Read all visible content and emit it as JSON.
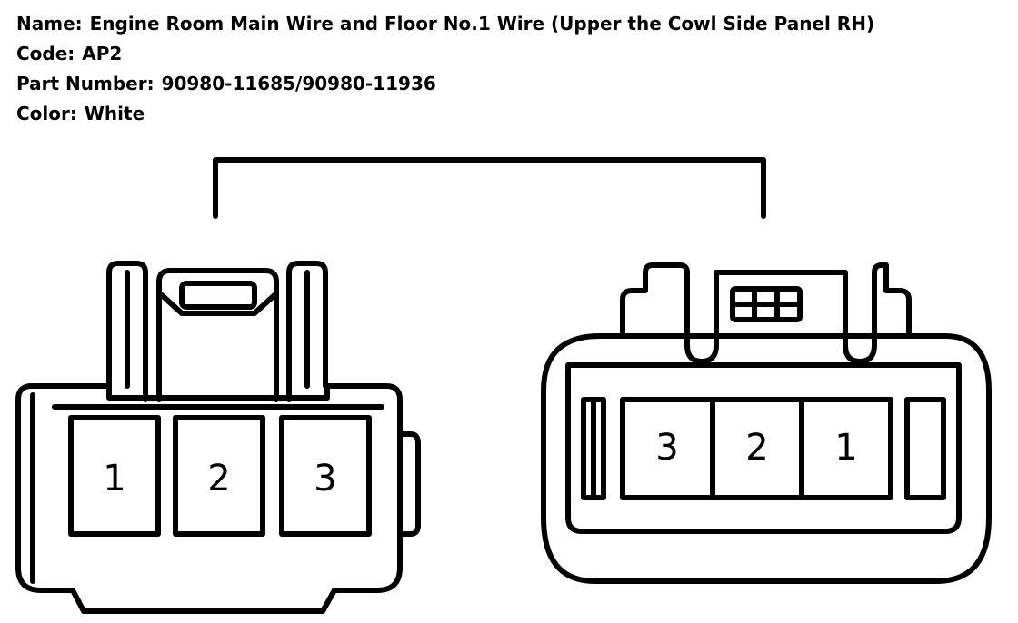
{
  "info": {
    "name_label": "Name:",
    "name_value": "Engine Room Main Wire and Floor No.1 Wire (Upper the Cowl Side Panel RH)",
    "code_label": "Code:",
    "code_value": "AP2",
    "part_label": "Part Number:",
    "part_value": "90980-11685/90980-11936",
    "color_label": "Color:",
    "color_value": "White"
  },
  "left_connector": {
    "pins": [
      "1",
      "2",
      "3"
    ]
  },
  "right_connector": {
    "pins": [
      "3",
      "2",
      "1"
    ]
  },
  "colors": {
    "line": "#000000",
    "background": "#ffffff"
  }
}
